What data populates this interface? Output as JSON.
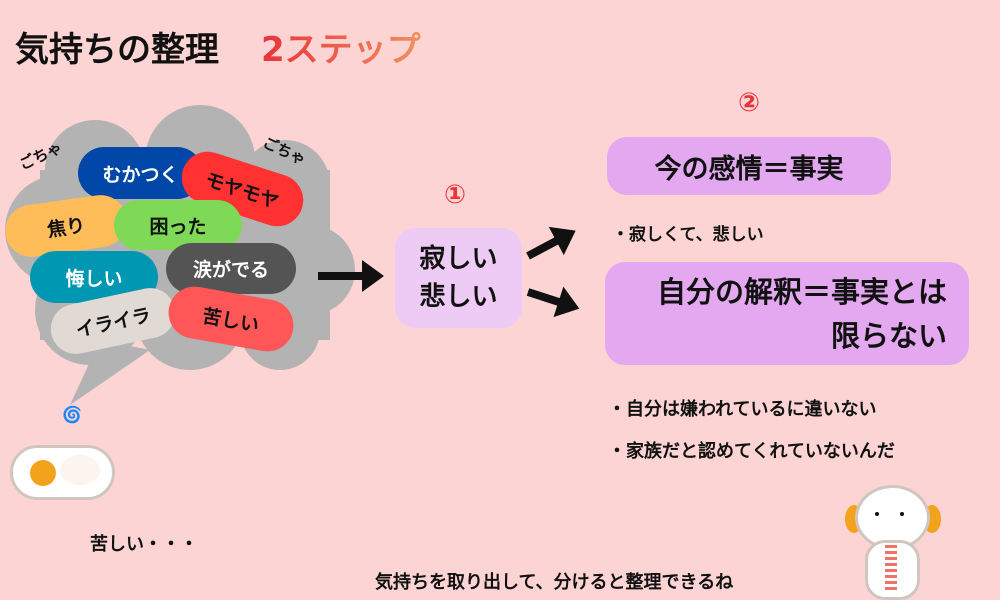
{
  "title": {
    "main": "気持ちの整理",
    "accent": "2ステップ"
  },
  "cloud": {
    "noise_left": "ごちゃ",
    "noise_right": "ごちゃ",
    "pills": [
      {
        "label": "むかつく",
        "color": "#0047a8"
      },
      {
        "label": "モヤモヤ",
        "color": "#ff3131"
      },
      {
        "label": "焦り",
        "color": "#ffbd59"
      },
      {
        "label": "困った",
        "color": "#7ed957"
      },
      {
        "label": "悔しい",
        "color": "#0097b2"
      },
      {
        "label": "涙がでる",
        "color": "#545454"
      },
      {
        "label": "イライラ",
        "color": "#e0d9d4"
      },
      {
        "label": "苦しい",
        "color": "#ff5757"
      }
    ]
  },
  "sheep_caption": "苦しい・・・",
  "step1": {
    "number": "①",
    "line1": "寂しい",
    "line2": "悲しい"
  },
  "step2": {
    "number": "②",
    "fact_box": "今の感情＝事実",
    "fact_bullet": "・寂しくて、悲しい",
    "interp_line1": "自分の解釈＝事実とは",
    "interp_line2": "限らない",
    "interp_bullets": [
      "・自分は嫌われているに違いない",
      "・家族だと認めてくれていないんだ"
    ]
  },
  "footer": "気持ちを取り出して、分けると整理できるね"
}
